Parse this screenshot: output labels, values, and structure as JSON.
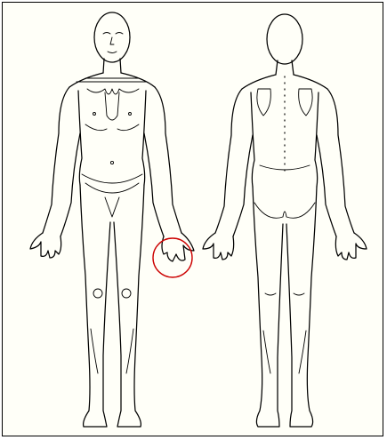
{
  "diagram": {
    "views": [
      "front",
      "back"
    ],
    "highlight": {
      "color": "#cc0000",
      "location": "front-left-hand"
    }
  }
}
